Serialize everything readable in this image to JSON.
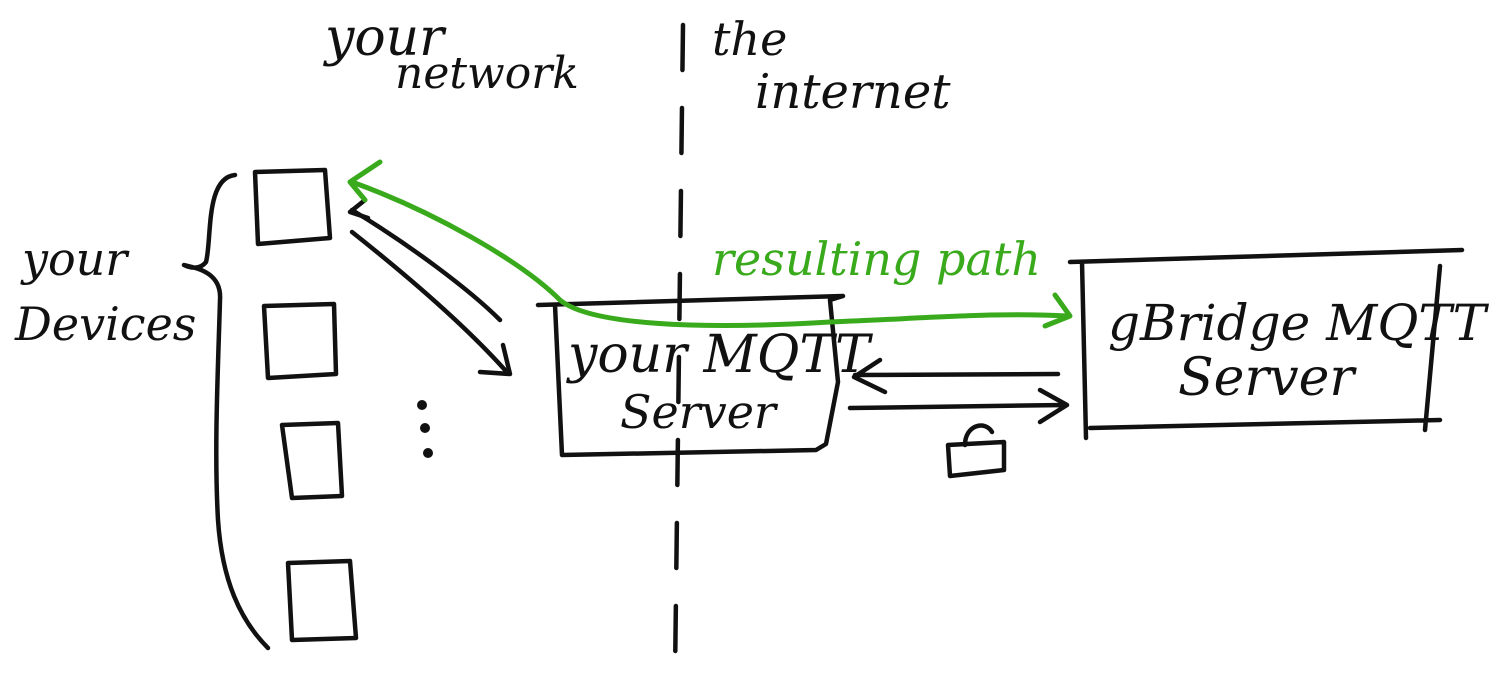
{
  "labels": {
    "your_network_line1": "your",
    "your_network_line2": "network",
    "the_internet_line1": "the",
    "the_internet_line2": "internet",
    "your_devices_line1": "your",
    "your_devices_line2": "Devices",
    "your_mqtt_line1": "your MQTT",
    "your_mqtt_line2": "Server",
    "gbridge_line1": "gBridge MQTT",
    "gbridge_line2": "Server",
    "resulting_path": "resulting path"
  },
  "colors": {
    "ink": "#111111",
    "path_green": "#3aaa1d",
    "background": "#ffffff"
  },
  "icons": {
    "lock": "lock-icon",
    "ellipsis": "vertical-ellipsis-icon"
  }
}
